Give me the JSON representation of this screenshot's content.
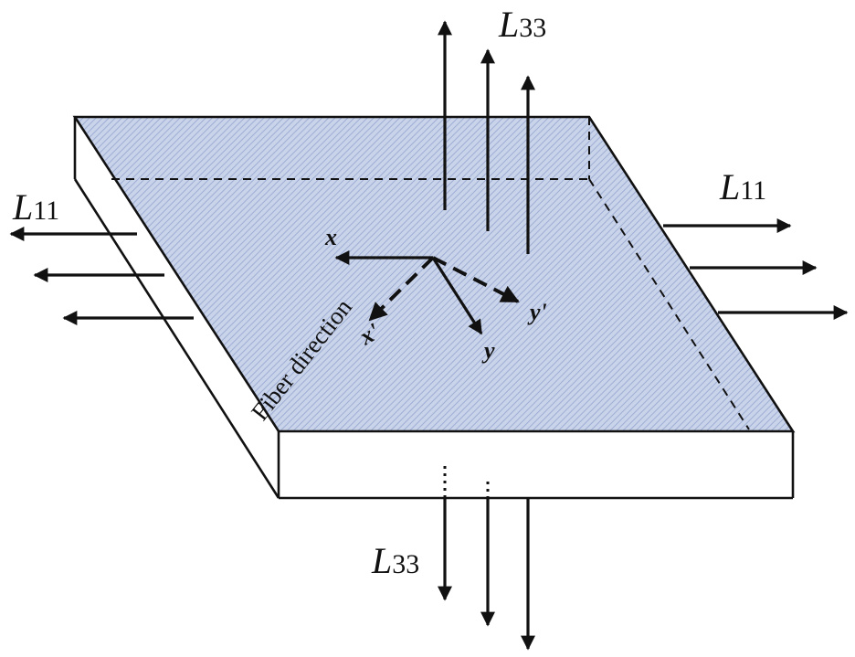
{
  "figure": {
    "label_l33_top": {
      "letter": "L",
      "sub": "33"
    },
    "label_l33_bottom": {
      "letter": "L",
      "sub": "33"
    },
    "label_l11_left": {
      "letter": "L",
      "sub": "11"
    },
    "label_l11_right": {
      "letter": "L",
      "sub": "11"
    },
    "axis_x": "x",
    "axis_y": "y",
    "axis_x_prime": "x'",
    "axis_y_prime": "y'",
    "fiber_text": "Fiber direction",
    "colors": {
      "plate_top": "#c9d3ea",
      "hatch": "#9eaed3",
      "lines": "#111111"
    }
  }
}
